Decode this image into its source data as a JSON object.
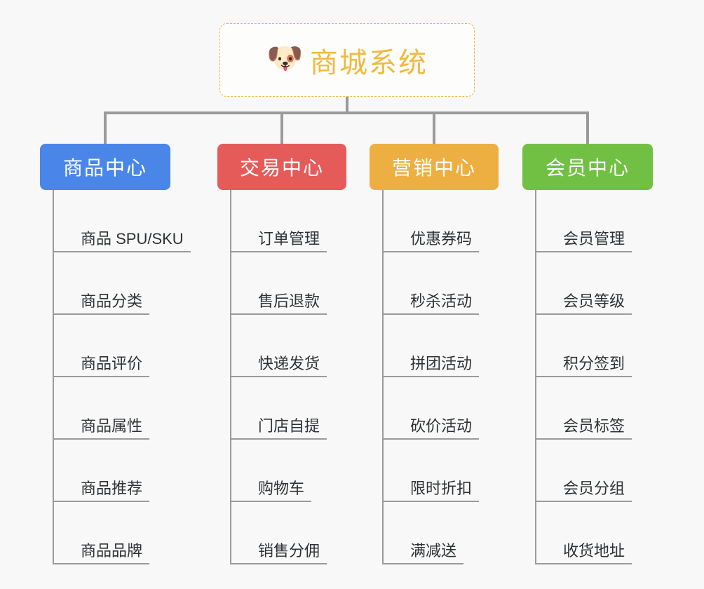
{
  "page": {
    "background_color": "#f8f8f8",
    "line_color": "#9a9a9a",
    "text_color": "#2f3234"
  },
  "root": {
    "icon": "shiba-dog-face-emoji",
    "emoji": "🐶",
    "title": "商城系统",
    "title_color": "#f0b93f",
    "border_color": "#e9b84b"
  },
  "branches": [
    {
      "id": "product-center",
      "label": "商品中心",
      "color": "#4a86e8",
      "items": [
        {
          "label": "商品 SPU/SKU"
        },
        {
          "label": "商品分类"
        },
        {
          "label": "商品评价"
        },
        {
          "label": "商品属性"
        },
        {
          "label": "商品推荐"
        },
        {
          "label": "商品品牌"
        }
      ]
    },
    {
      "id": "trade-center",
      "label": "交易中心",
      "color": "#e55b59",
      "items": [
        {
          "label": "订单管理"
        },
        {
          "label": "售后退款"
        },
        {
          "label": "快递发货"
        },
        {
          "label": "门店自提"
        },
        {
          "label": "购物车"
        },
        {
          "label": "销售分佣"
        }
      ]
    },
    {
      "id": "marketing-center",
      "label": "营销中心",
      "color": "#edae42",
      "items": [
        {
          "label": "优惠券码"
        },
        {
          "label": "秒杀活动"
        },
        {
          "label": "拼团活动"
        },
        {
          "label": "砍价活动"
        },
        {
          "label": "限时折扣"
        },
        {
          "label": "满减送"
        }
      ]
    },
    {
      "id": "member-center",
      "label": "会员中心",
      "color": "#72c043",
      "items": [
        {
          "label": "会员管理"
        },
        {
          "label": "会员等级"
        },
        {
          "label": "积分签到"
        },
        {
          "label": "会员标签"
        },
        {
          "label": "会员分组"
        },
        {
          "label": "收货地址"
        }
      ]
    }
  ]
}
